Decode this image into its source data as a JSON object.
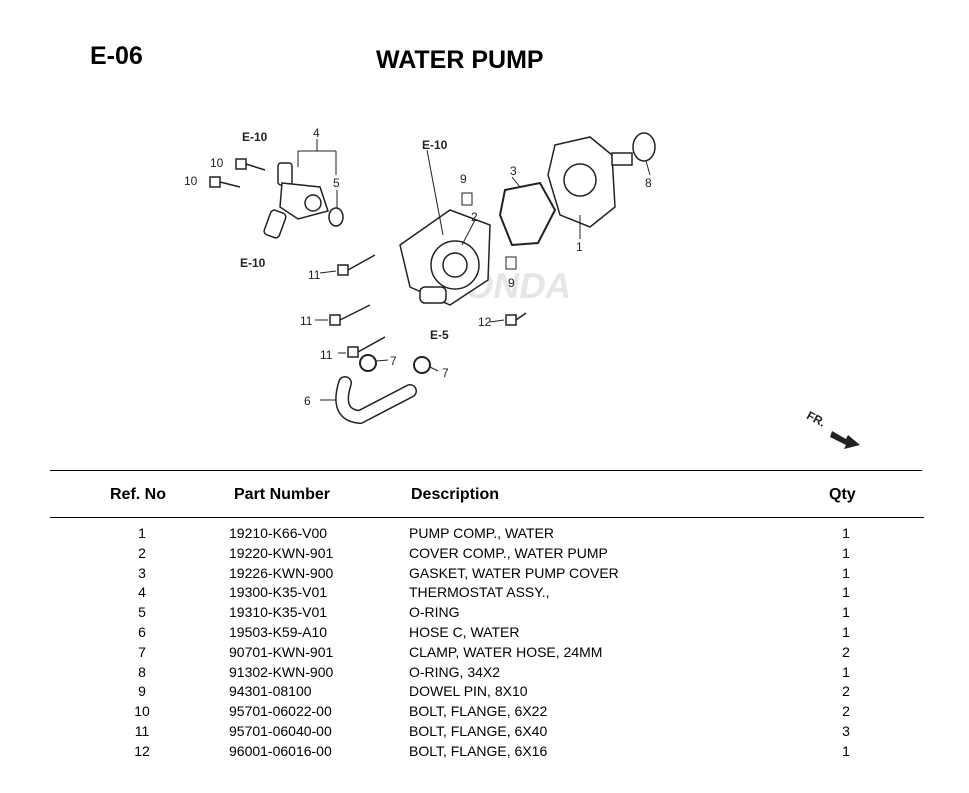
{
  "header": {
    "code": "E-06",
    "title": "WATER PUMP"
  },
  "diagram": {
    "callouts": {
      "e10_a": "E-10",
      "e10_b": "E-10",
      "e10_c": "E-10",
      "e5": "E-5",
      "n1": "1",
      "n2": "2",
      "n3": "3",
      "n4": "4",
      "n5": "5",
      "n6": "6",
      "n7a": "7",
      "n7b": "7",
      "n8": "8",
      "n9a": "9",
      "n9b": "9",
      "n10a": "10",
      "n10b": "10",
      "n11a": "11",
      "n11b": "11",
      "n11c": "11",
      "n12": "12"
    },
    "fr_label": "FR.",
    "watermark": "HONDA"
  },
  "table": {
    "columns": {
      "ref": "Ref. No",
      "part": "Part Number",
      "desc": "Description",
      "qty": "Qty"
    },
    "rows": [
      {
        "ref": "1",
        "part": "19210-K66-V00",
        "desc": "PUMP COMP., WATER",
        "qty": "1"
      },
      {
        "ref": "2",
        "part": "19220-KWN-901",
        "desc": "COVER COMP., WATER PUMP",
        "qty": "1"
      },
      {
        "ref": "3",
        "part": "19226-KWN-900",
        "desc": "GASKET, WATER PUMP COVER",
        "qty": "1"
      },
      {
        "ref": "4",
        "part": "19300-K35-V01",
        "desc": "THERMOSTAT ASSY.,",
        "qty": "1"
      },
      {
        "ref": "5",
        "part": "19310-K35-V01",
        "desc": "O-RING",
        "qty": "1"
      },
      {
        "ref": "6",
        "part": "19503-K59-A10",
        "desc": "HOSE C, WATER",
        "qty": "1"
      },
      {
        "ref": "7",
        "part": "90701-KWN-901",
        "desc": "CLAMP, WATER HOSE, 24MM",
        "qty": "2"
      },
      {
        "ref": "8",
        "part": "91302-KWN-900",
        "desc": "O-RING, 34X2",
        "qty": "1"
      },
      {
        "ref": "9",
        "part": "94301-08100",
        "desc": "DOWEL PIN, 8X10",
        "qty": "2"
      },
      {
        "ref": "10",
        "part": "95701-06022-00",
        "desc": "BOLT, FLANGE, 6X22",
        "qty": "2"
      },
      {
        "ref": "11",
        "part": "95701-06040-00",
        "desc": "BOLT, FLANGE, 6X40",
        "qty": "3"
      },
      {
        "ref": "12",
        "part": "96001-06016-00",
        "desc": "BOLT, FLANGE, 6X16",
        "qty": "1"
      }
    ]
  }
}
